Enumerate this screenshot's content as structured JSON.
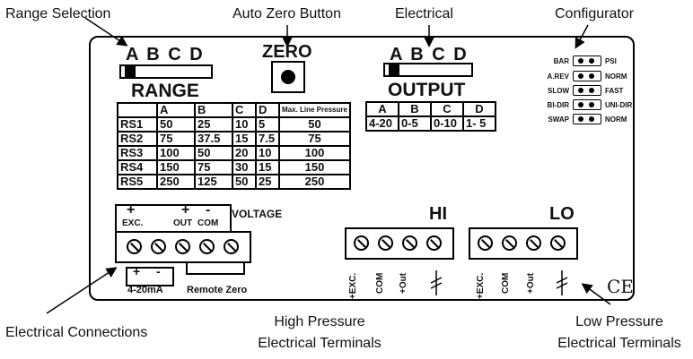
{
  "callouts": {
    "range_selection": "Range Selection",
    "auto_zero_button": "Auto Zero Button",
    "electrical": "Electrical",
    "configurator": "Configurator",
    "electrical_connections": "Electrical Connections",
    "high_pressure_line1": "High Pressure",
    "high_pressure_line2": "Electrical Terminals",
    "low_pressure_line1": "Low Pressure",
    "low_pressure_line2": "Electrical Terminals"
  },
  "range_selector": {
    "letters": [
      "A",
      "B",
      "C",
      "D"
    ],
    "title": "RANGE"
  },
  "zero_button": {
    "label": "ZERO"
  },
  "output_selector": {
    "letters": [
      "A",
      "B",
      "C",
      "D"
    ],
    "title": "OUTPUT"
  },
  "range_table": {
    "headers": [
      "",
      "A",
      "B",
      "C",
      "D",
      "Max. Line Pressure"
    ],
    "rows": [
      [
        "RS1",
        "50",
        "25",
        "10",
        "5",
        "50"
      ],
      [
        "RS2",
        "75",
        "37.5",
        "15",
        "7.5",
        "75"
      ],
      [
        "RS3",
        "100",
        "50",
        "20",
        "10",
        "100"
      ],
      [
        "RS4",
        "150",
        "75",
        "30",
        "15",
        "150"
      ],
      [
        "RS5",
        "250",
        "125",
        "50",
        "25",
        "250"
      ]
    ]
  },
  "output_table": {
    "headers": [
      "A",
      "B",
      "C",
      "D"
    ],
    "values": [
      "4-20",
      "0-5",
      "0-10",
      "1- 5"
    ]
  },
  "configurator": {
    "rows": [
      {
        "left": "BAR",
        "right": "PSI"
      },
      {
        "left": "A.REV",
        "right": "NORM"
      },
      {
        "left": "SLOW",
        "right": "FAST"
      },
      {
        "left": "BI-DIR",
        "right": "UNI-DIR"
      },
      {
        "left": "SWAP",
        "right": "NORM"
      }
    ]
  },
  "voltage_block": {
    "plus1": "+",
    "exc": "EXC.",
    "plus2": "+",
    "minus": "-",
    "out": "OUT",
    "com": "COM",
    "title": "VOLTAGE"
  },
  "current_block": {
    "plus": "+",
    "minus": "-",
    "label": "4-20mA",
    "remote_zero": "Remote Zero"
  },
  "hi_block": {
    "title": "HI",
    "terminals": [
      "+EXC.",
      "COM",
      "+Out"
    ]
  },
  "lo_block": {
    "title": "LO",
    "terminals": [
      "+EXC.",
      "COM",
      "+Out"
    ]
  },
  "ce_mark": "CE"
}
